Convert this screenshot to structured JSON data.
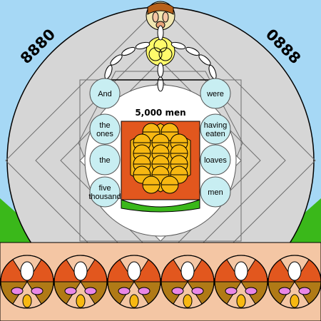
{
  "numbers": {
    "left": "8880",
    "right": "0888"
  },
  "center_title": "5,000 men",
  "left_circles": [
    "And",
    "the ones",
    "the",
    "five thousand"
  ],
  "right_circles": [
    "were",
    "having eaten",
    "loaves",
    "men"
  ],
  "colors": {
    "sky": "#a6d8f5",
    "ground": "#3ab81a",
    "gray": "#d6d6d6",
    "orange": "#e2571e",
    "gold": "#f7b812",
    "lightblue": "#c8eef2",
    "yellow": "#fffb6b",
    "tan": "#f1e7b0",
    "peach": "#f4c6a4",
    "pink": "#e987e6"
  }
}
